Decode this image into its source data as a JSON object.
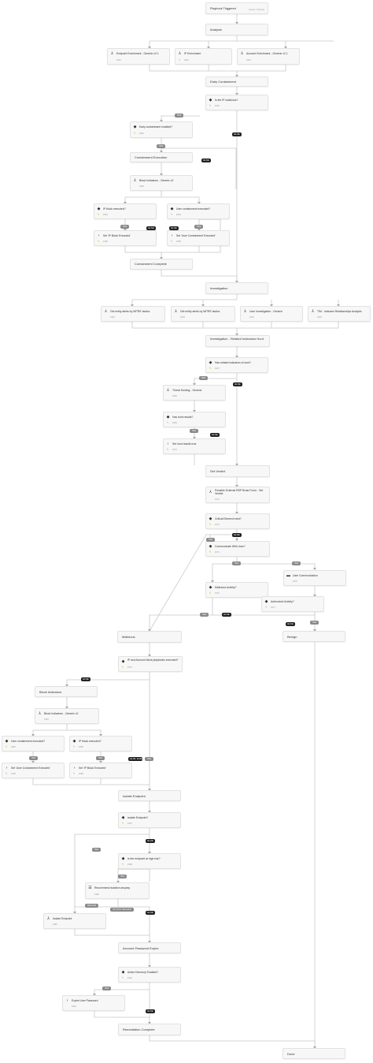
{
  "trigger": {
    "title": "Playbook Triggered",
    "subtitle": "Inputs / Outputs"
  },
  "sections": {
    "analysis": "Analysis",
    "early_containment": "Early Containment",
    "containment_execution": "Containment Execution",
    "containment_complete": "Containment Complete",
    "investigation": "Investigation",
    "investigation_related": "Investigation - Related Indicators Hunt",
    "set_verdict": "Set Verdict",
    "malicious": "Malicious",
    "benign": "Benign",
    "block_indicators": "Block Indicators",
    "isolate_endpoint": "Isolate Endpoint",
    "account_password_expire": "Account Password Expire",
    "remediation_complete": "Remediation Complete",
    "done": "Done"
  },
  "tasks": {
    "endpoint_enrichment": {
      "title": "Endpoint Enrichment - Generic v2.1",
      "id": "#142"
    },
    "ip_enrichment": {
      "title": "IP Enrichment",
      "id": "#143"
    },
    "account_enrichment": {
      "title": "Account Enrichment - Generic v2.1",
      "id": "#144"
    },
    "is_ip_malicious": {
      "title": "Is the IP malicious?",
      "id": "#145"
    },
    "early_containment_enabled": {
      "title": "Early containment enabled?",
      "id": "#146"
    },
    "block_indicators_1": {
      "title": "Block Indicators - Generic v2",
      "id": "#148"
    },
    "ip_block_executed_1": {
      "title": "IP block executed?",
      "id": "#149"
    },
    "user_containment_executed_1": {
      "title": "User containment executed?",
      "id": "#154"
    },
    "set_ip_block_executed_1": {
      "title": "Set 'IP Block Executed'",
      "id": "#150"
    },
    "set_user_containment_1": {
      "title": "Set 'User Containment Executed'",
      "id": "#155"
    },
    "mitre_alerts_1": {
      "title": "Get entity alerts by MITRE tactics",
      "id": "#162"
    },
    "mitre_alerts_2": {
      "title": "Get entity alerts by MITRE tactics",
      "id": "#163"
    },
    "user_investigation": {
      "title": "User Investigation - Generic",
      "id": "#164"
    },
    "tim_relationships": {
      "title": "TIM - Indicator Relationships Analysis",
      "id": "#165"
    },
    "has_related_indicators": {
      "title": "Has related indicators to hunt?",
      "id": "#167"
    },
    "threat_hunting": {
      "title": "Threat Hunting - Generic",
      "id": "#168"
    },
    "has_hunt_results": {
      "title": "Has hunt results?",
      "id": "#169"
    },
    "set_hunt_results": {
      "title": "Set hunt results true",
      "id": "#170"
    },
    "possible_rdp_bruteforce": {
      "title": "Possible External RDP Brute-Force - Set Verdict",
      "id": "#172"
    },
    "critical_element": {
      "title": "Critical Element exist?",
      "id": "#173"
    },
    "communicate_with_user": {
      "title": "Communicate With User?",
      "id": "#174"
    },
    "malicious_activity": {
      "title": "Malicious Activity?",
      "id": "#176"
    },
    "user_communication": {
      "title": "User Communication",
      "id": "#175"
    },
    "authorized_activity": {
      "title": "Authorized Activity?",
      "id": "#177"
    },
    "ip_account_block_executed": {
      "title": "IP and Account block playbooks executed?",
      "id": "#179"
    },
    "block_indicators_2": {
      "title": "Block Indicators - Generic v2",
      "id": "#181"
    },
    "user_containment_executed_2": {
      "title": "User containment executed?",
      "id": "#182"
    },
    "ip_block_executed_2": {
      "title": "IP block executed?",
      "id": "#183"
    },
    "set_user_containment_2": {
      "title": "Set 'User Containment Executed'",
      "id": "#184"
    },
    "set_ip_block_executed_2": {
      "title": "Set 'IP Block Executed'",
      "id": "#185"
    },
    "isolate_endpoint_q": {
      "title": "Isolate Endpoint?",
      "id": "#187"
    },
    "endpoint_high_risk": {
      "title": "Is the endpoint at high risk?",
      "id": "#188"
    },
    "recommend_isolation": {
      "title": "Recommend isolation anyway",
      "id": "#189"
    },
    "isolate_endpoint_task": {
      "title": "Isolate Endpoint",
      "id": "#190"
    },
    "ad_enabled": {
      "title": "Active Directory Enabled?",
      "id": "#192"
    },
    "expire_password": {
      "title": "Expire User Password",
      "id": "#193"
    }
  },
  "edge_labels": {
    "yes": "YES",
    "else": "ELSE",
    "false": "FALSE",
    "isolate": "ISOLATE",
    "do_not_isolate": "DO NOT ISOLATE"
  }
}
